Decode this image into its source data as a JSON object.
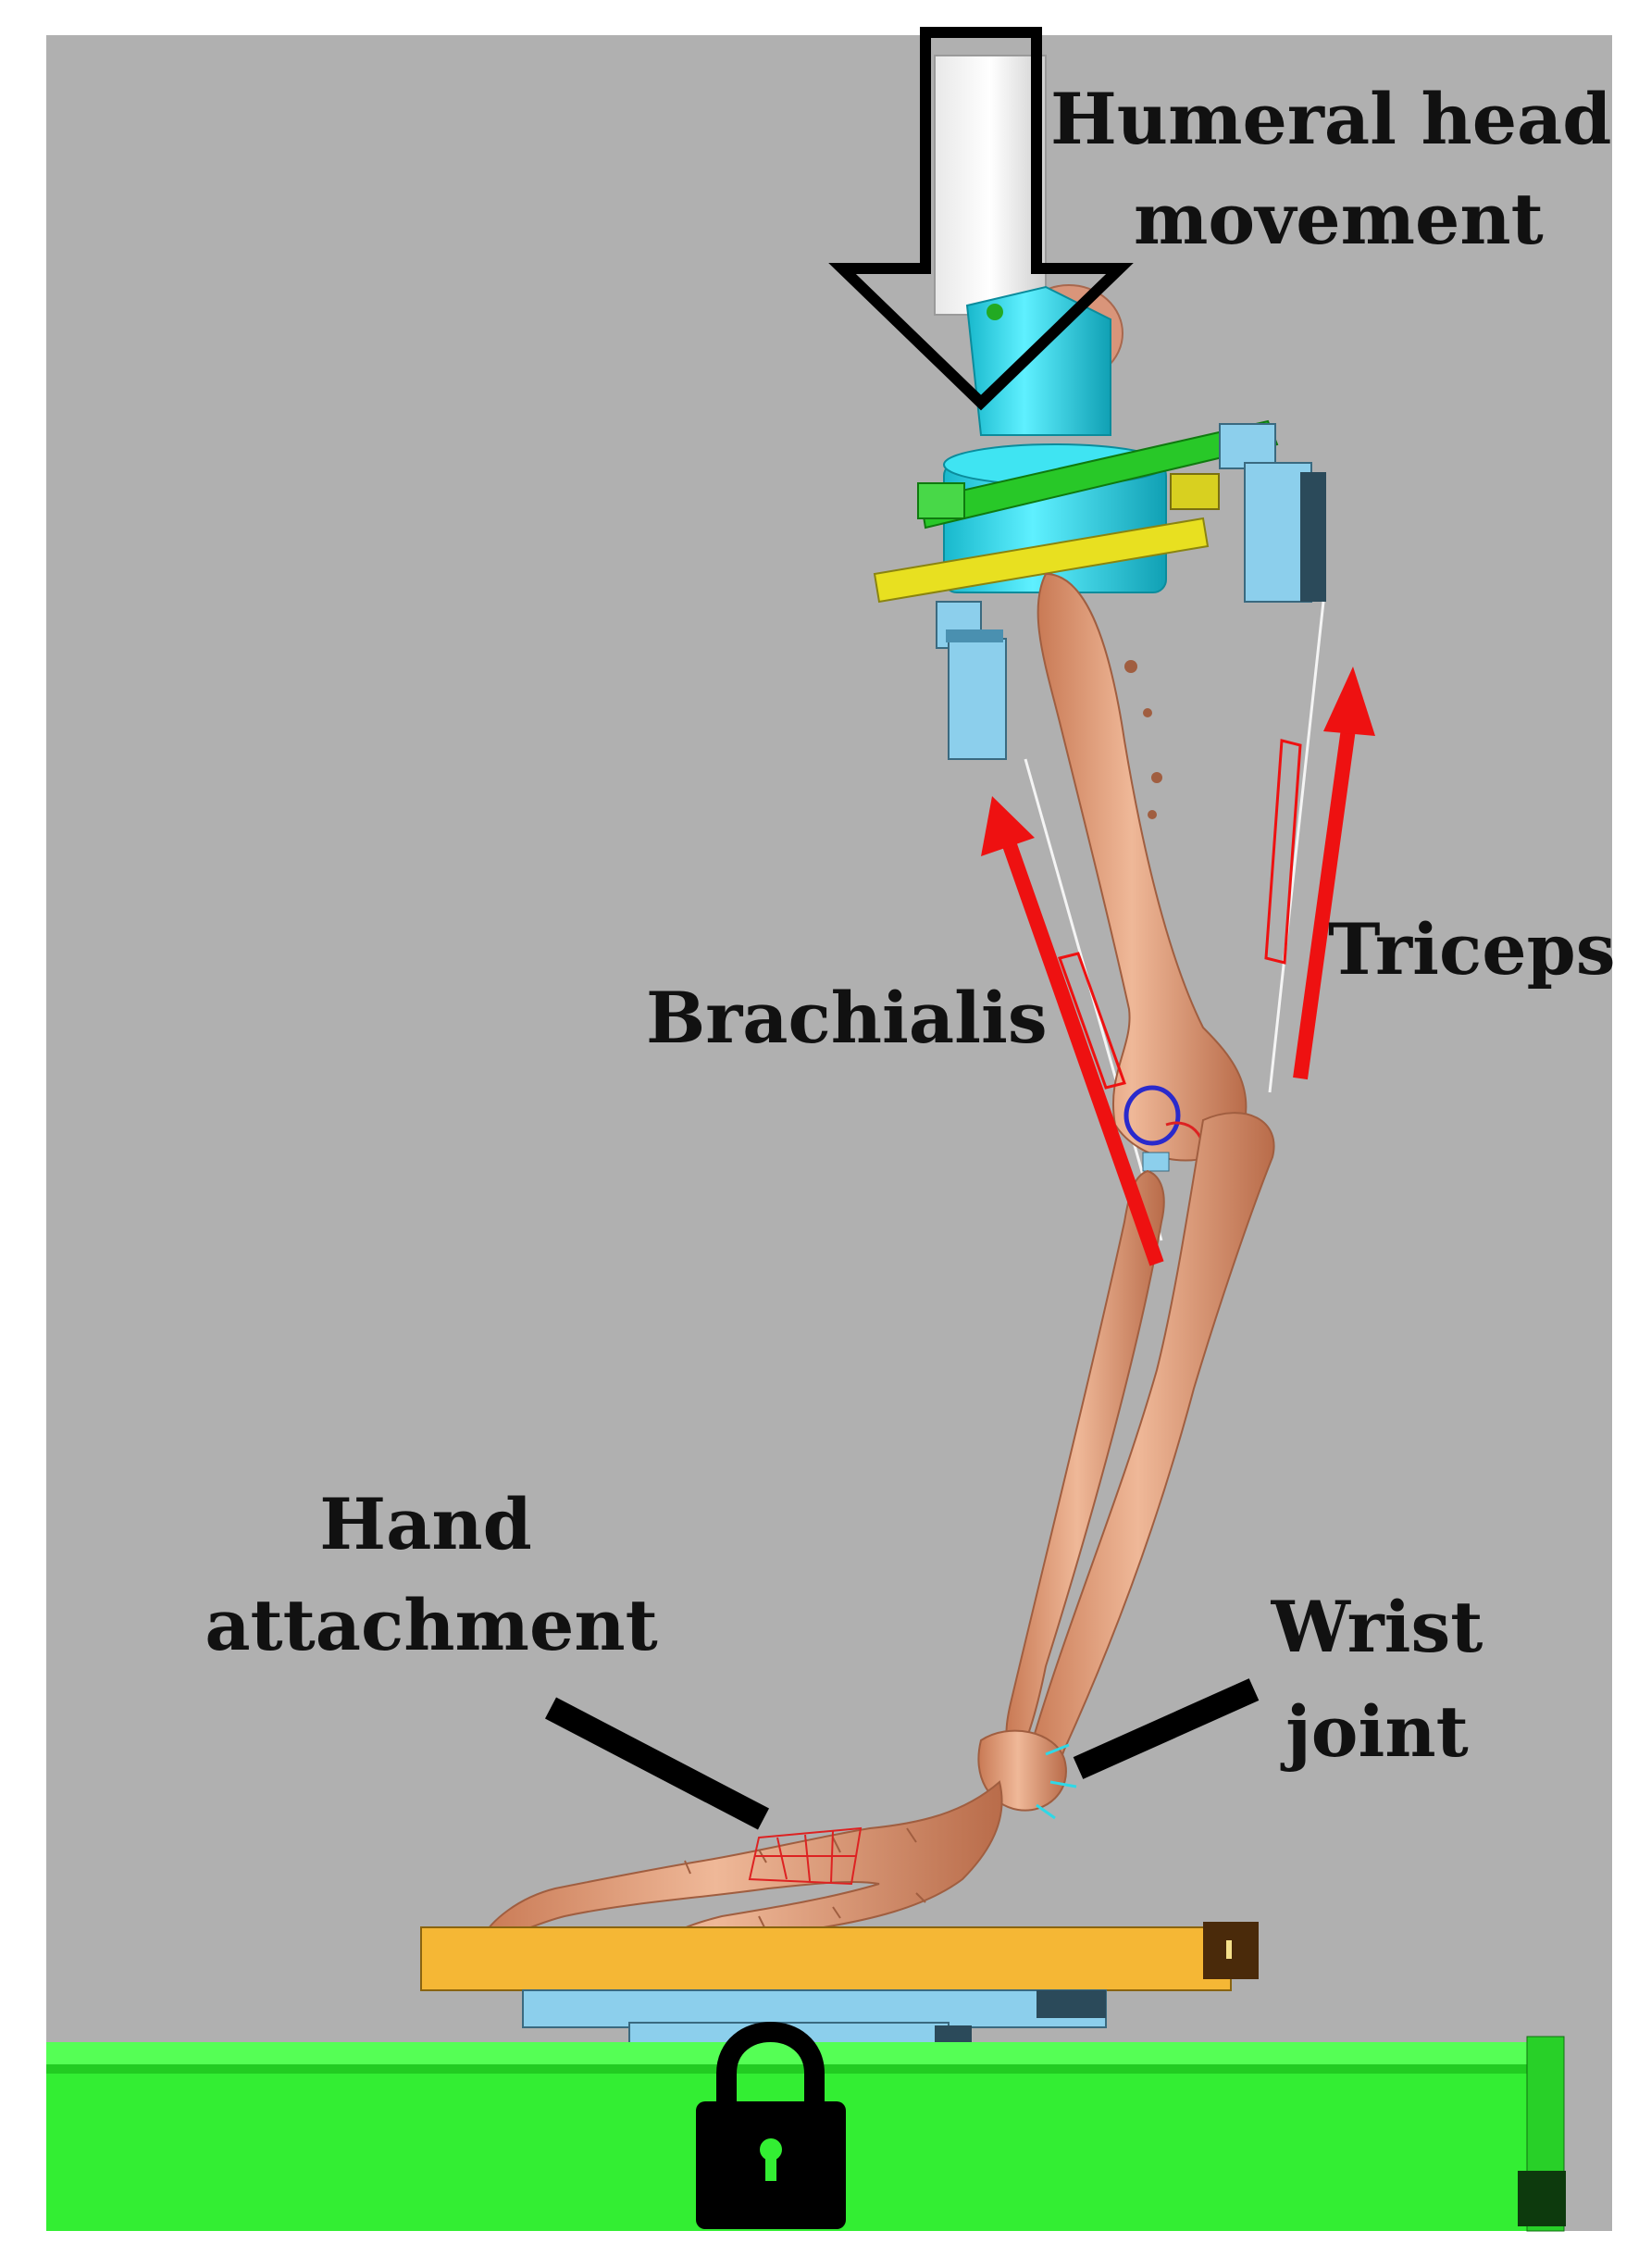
{
  "labels": {
    "humeral_line1": "Humeral head",
    "humeral_line2": "movement",
    "triceps": "Triceps",
    "brachialis": "Brachialis",
    "hand_line1": "Hand",
    "hand_line2": "attachment",
    "wrist_line1": "Wrist",
    "wrist_line2": "joint"
  },
  "icons": {
    "lock": "padlock-icon"
  },
  "colors": {
    "background": "#b0b0b0",
    "bone": "#e3a07f",
    "bone_shadow": "#c07858",
    "muscle_arrow": "#ee1111",
    "humeral_clamp": "#2fd8e6",
    "collar_green": "#28c828",
    "collar_yellow": "#e8e020",
    "pad_light_blue": "#8ccfec",
    "plate_orange": "#f5b735",
    "rail_green": "#33ee33",
    "outline": "#111111"
  }
}
